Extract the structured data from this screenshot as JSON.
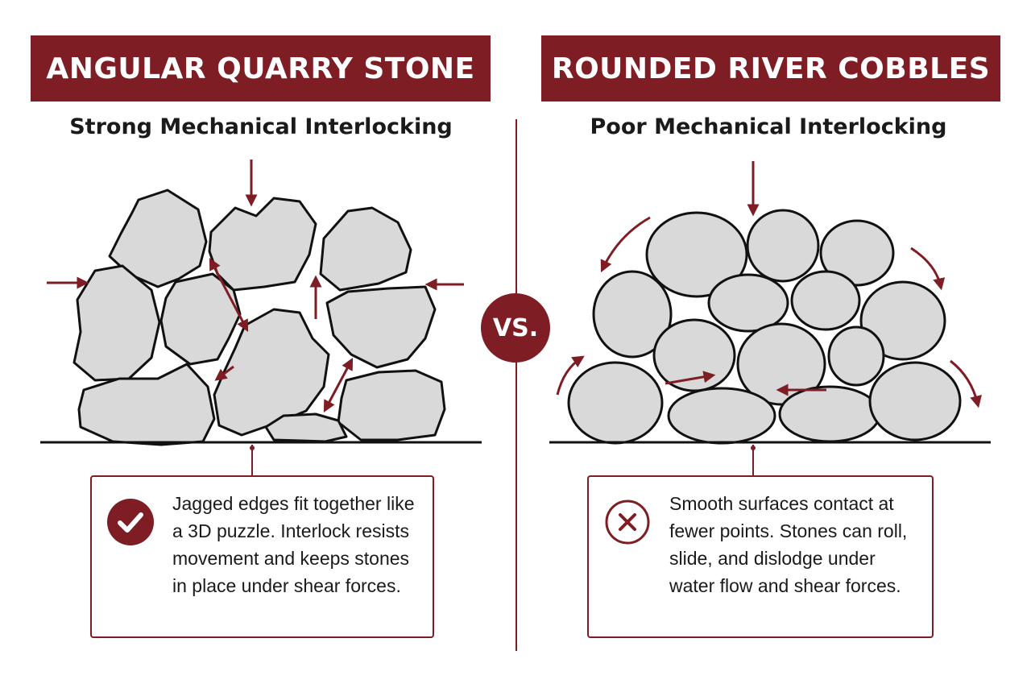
{
  "left_panel": {
    "title": "ANGULAR QUARRY STONE",
    "subtitle": "Strong Mechanical Interlocking",
    "description": "Jagged edges fit together like a 3D puzzle. Interlock resists movement and keeps stones in place under shear forces.",
    "icon": "check-icon"
  },
  "right_panel": {
    "title": "ROUNDED RIVER COBBLES",
    "subtitle": "Poor Mechanical Interlocking",
    "description": "Smooth surfaces contact at fewer points. Stones can roll, slide, and dislodge under water flow and shear forces.",
    "icon": "x-icon"
  },
  "vs_label": "VS.",
  "colors": {
    "accent": "#7f1d24",
    "stone_fill": "#d9d9d9",
    "stone_outline": "#111111"
  }
}
